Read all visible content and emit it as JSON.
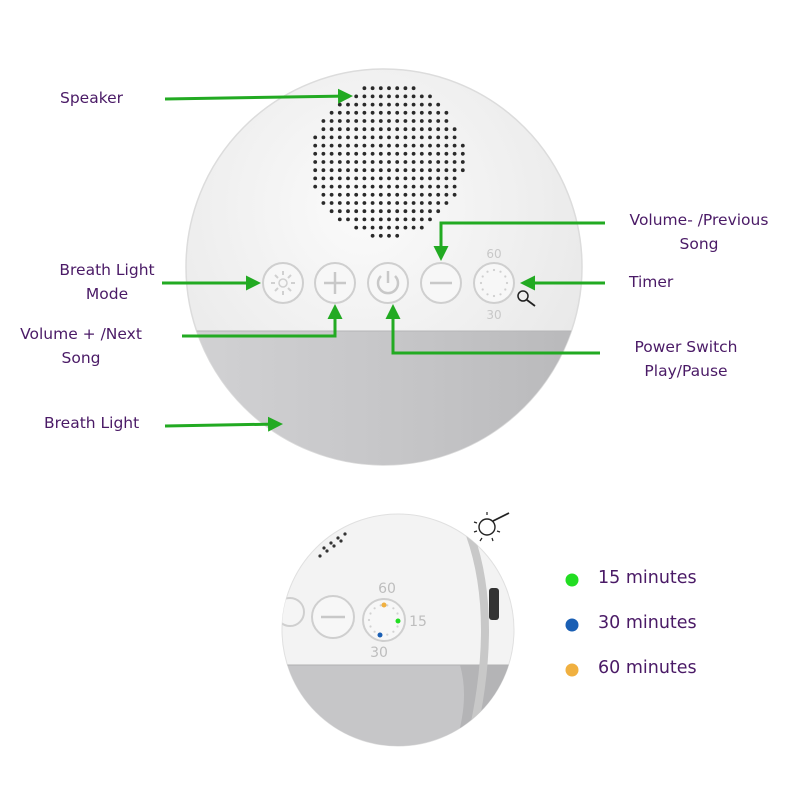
{
  "labels": {
    "speaker": "Speaker",
    "breath_light_mode_line1": "Breath Light",
    "breath_light_mode_line2": "Mode",
    "volume_next_line1": "Volume + /Next",
    "volume_next_line2": "Song",
    "breath_light": "Breath Light",
    "volume_prev_line1": "Volume- /Previous",
    "volume_prev_line2": "Song",
    "timer": "Timer",
    "power_line1": "Power Switch",
    "power_line2": "Play/Pause"
  },
  "device": {
    "dial_top": "60",
    "dial_bottom": "30"
  },
  "detail": {
    "dial_top": "60",
    "dial_right": "15",
    "dial_bottom": "30"
  },
  "legend": [
    {
      "text": "15 minutes",
      "color": "#22dd22"
    },
    {
      "text": "30 minutes",
      "color": "#1a5fb4"
    },
    {
      "text": "60 minutes",
      "color": "#f0b040"
    }
  ],
  "colors": {
    "arrow": "#22aa22",
    "label_text": "#4a1a66",
    "device_body": "#f1f1f1",
    "light_band": "#c7c7c9"
  }
}
